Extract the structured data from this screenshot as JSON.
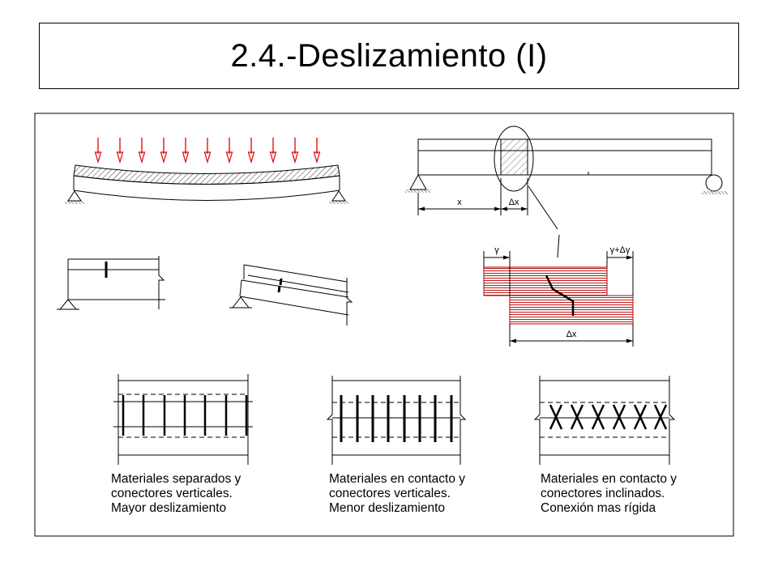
{
  "title": "2.4.-Deslizamiento (I)",
  "colors": {
    "load_arrow": "#e00000",
    "layer_hatch": "#b40000",
    "line": "#000000"
  },
  "labels": {
    "x": "x",
    "delta_x": "Δx",
    "gamma": "γ",
    "gamma_plus_delta": "γ+Δγ"
  },
  "captions": [
    [
      "Materiales separados y",
      "conectores verticales.",
      "Mayor deslizamiento"
    ],
    [
      "Materiales en contacto y",
      "conectores verticales.",
      "Menor deslizamiento"
    ],
    [
      "Materiales en contacto y",
      "conectores inclinados.",
      "Conexión mas rígida"
    ]
  ]
}
